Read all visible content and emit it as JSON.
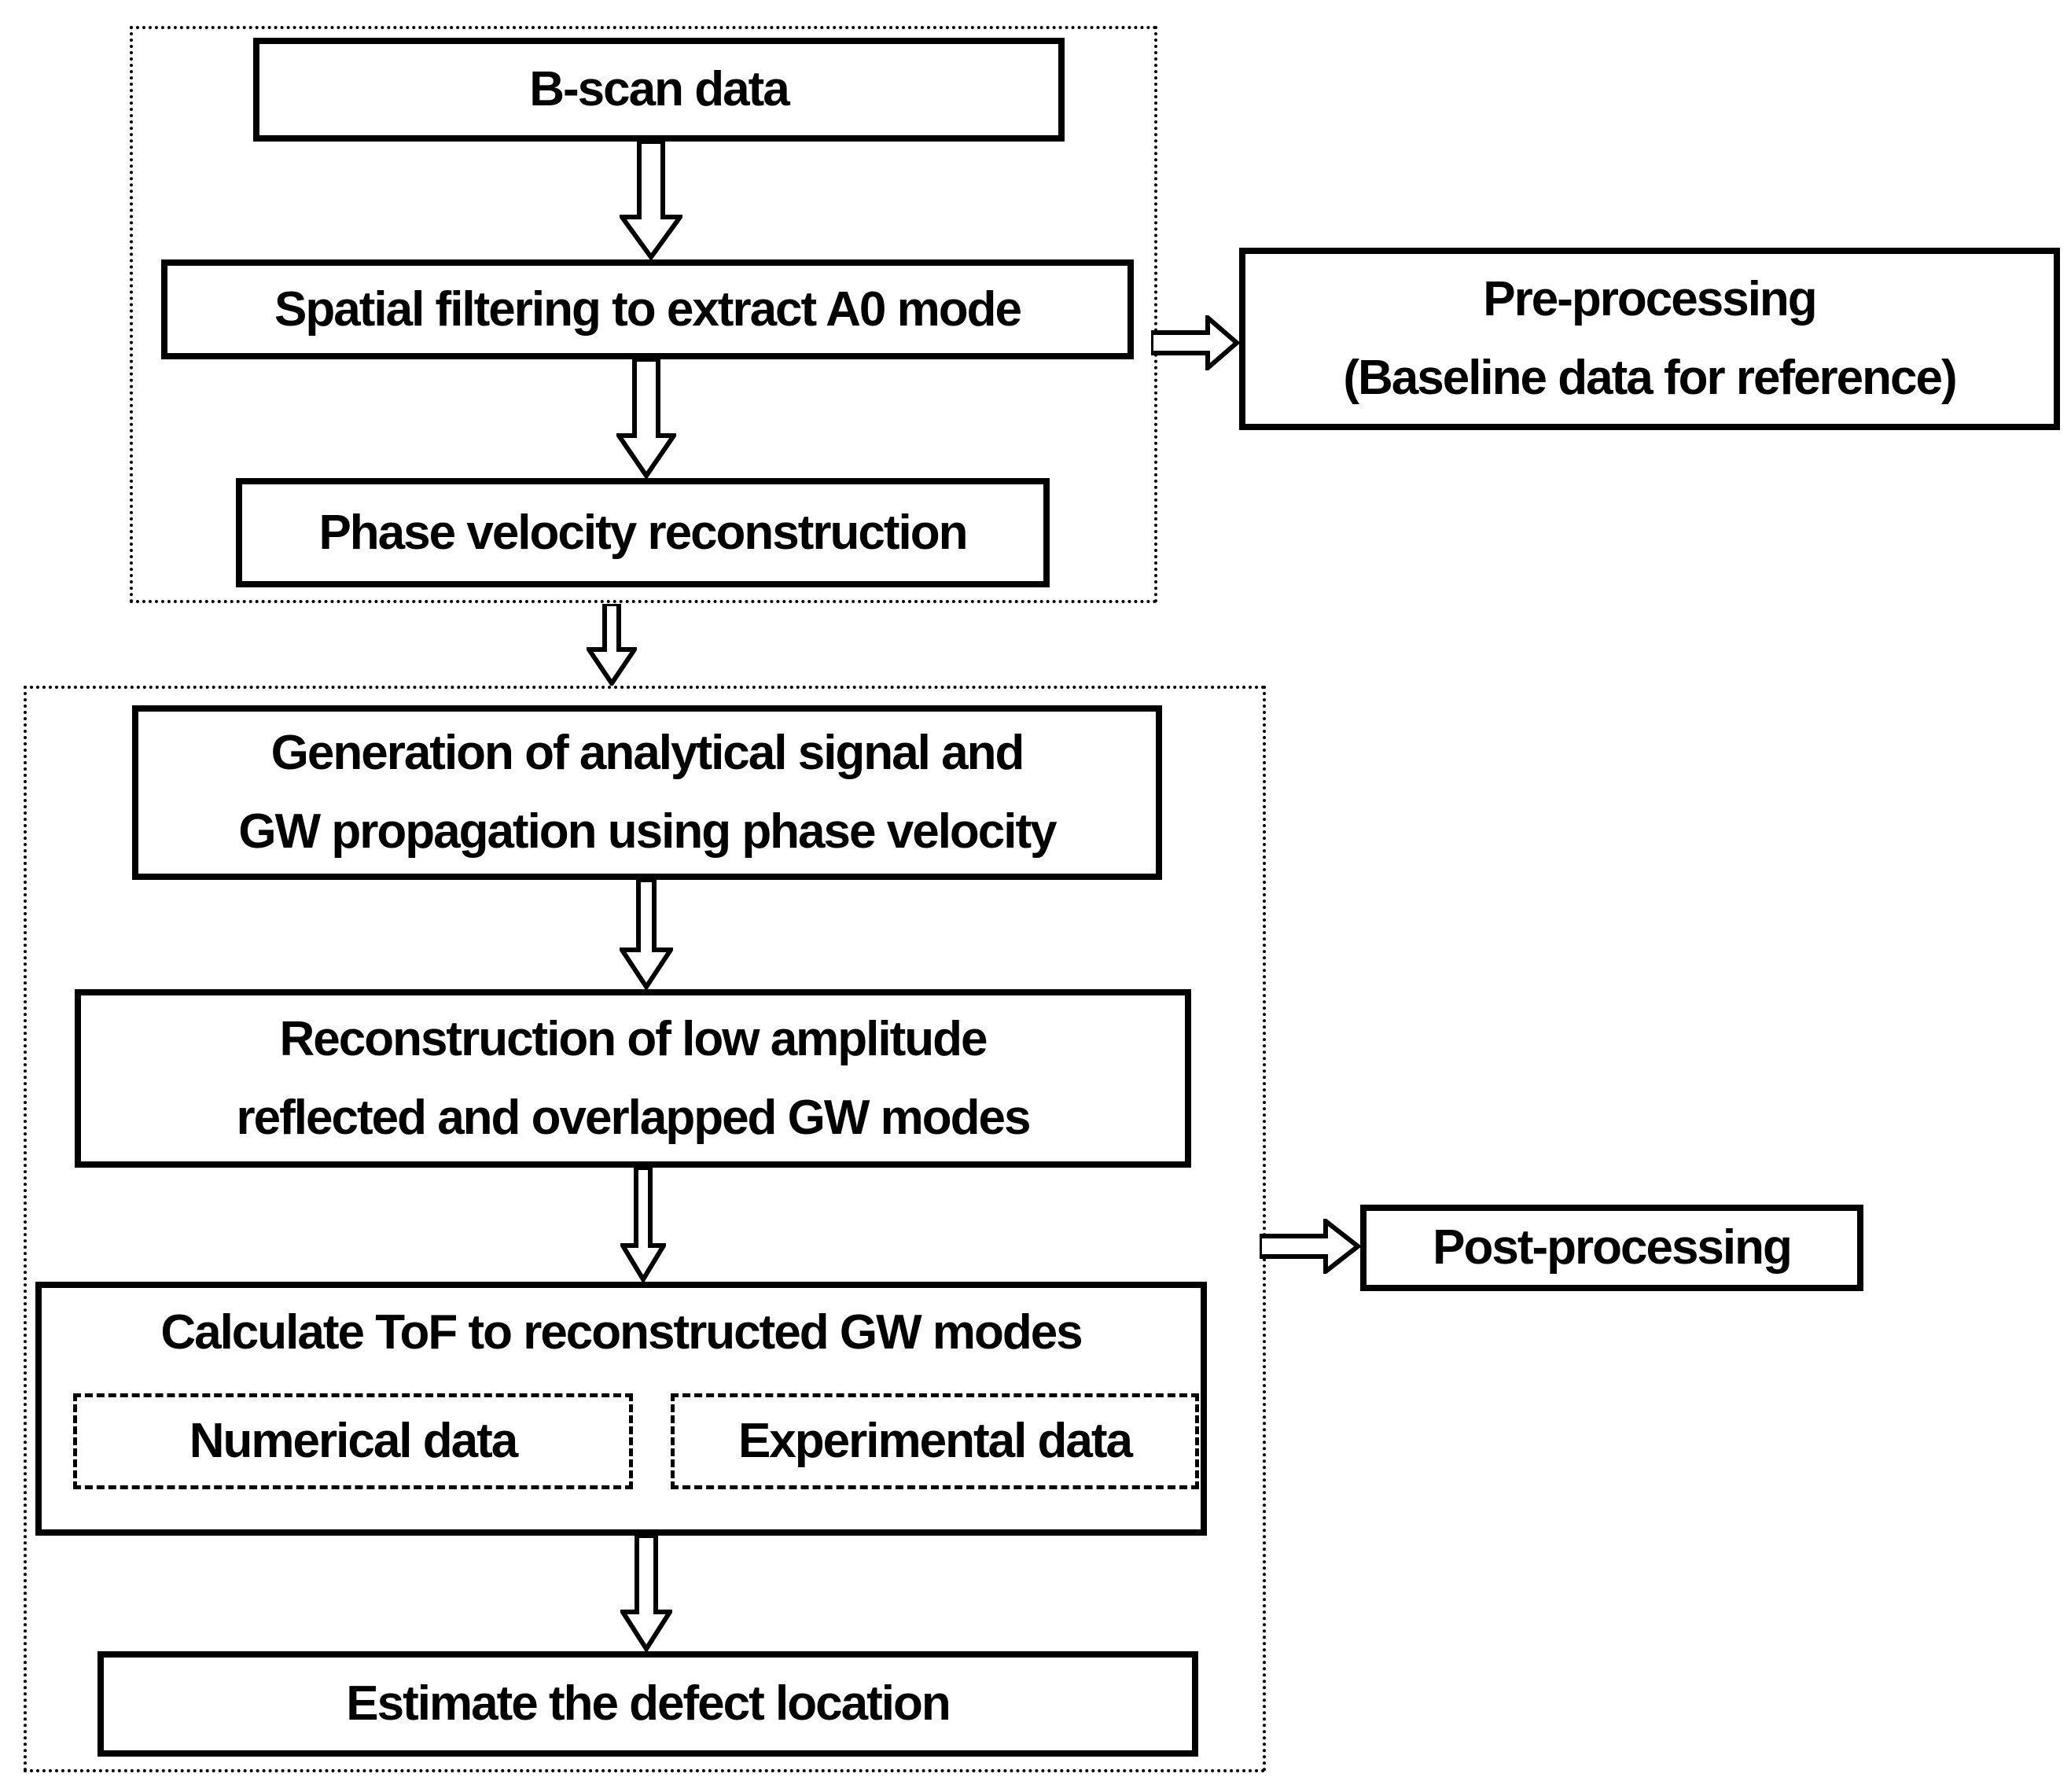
{
  "flowchart": {
    "colors": {
      "stroke": "#000000",
      "text": "#000000",
      "background": "#ffffff"
    },
    "nodes": {
      "bscan": {
        "label": "B-scan data"
      },
      "spatial_filtering": {
        "label": "Spatial filtering to extract A0 mode"
      },
      "phase_velocity": {
        "label": "Phase velocity reconstruction"
      },
      "pre_processing": {
        "line1": "Pre-processing",
        "line2": "(Baseline data for reference)"
      },
      "generation": {
        "line1": "Generation of analytical signal and",
        "line2": "GW propagation using phase velocity"
      },
      "reconstruction": {
        "line1": "Reconstruction of low amplitude",
        "line2": "reflected and overlapped GW modes"
      },
      "calculate_tof": {
        "label": "Calculate ToF to reconstructed GW modes"
      },
      "numerical_data": {
        "label": "Numerical data"
      },
      "experimental_data": {
        "label": "Experimental data"
      },
      "post_processing": {
        "label": "Post-processing"
      },
      "estimate_defect": {
        "label": "Estimate the defect location"
      }
    }
  }
}
